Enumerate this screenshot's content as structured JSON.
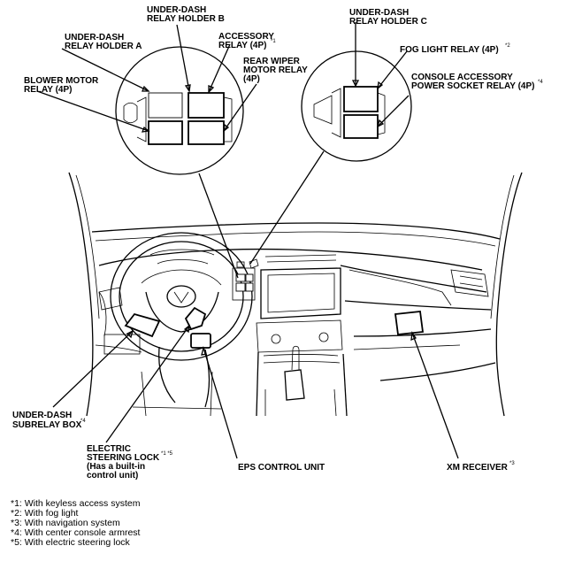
{
  "labels": {
    "holder_a": [
      "UNDER-DASH",
      "RELAY HOLDER A"
    ],
    "holder_b": [
      "UNDER-DASH",
      "RELAY HOLDER B"
    ],
    "accessory": [
      "ACCESSORY",
      "RELAY (4P)"
    ],
    "accessory_sup": "*1",
    "rear_wiper": [
      "REAR WIPER",
      "MOTOR RELAY",
      "(4P)"
    ],
    "blower": [
      "BLOWER MOTOR",
      "RELAY (4P)"
    ],
    "holder_c": [
      "UNDER-DASH",
      "RELAY HOLDER C"
    ],
    "fog": "FOG LIGHT RELAY (4P)",
    "fog_sup": "*2",
    "console": [
      "CONSOLE ACCESSORY",
      "POWER SOCKET RELAY (4P)"
    ],
    "console_sup": "*4",
    "subrelay": [
      "UNDER-DASH",
      "SUBRELAY BOX"
    ],
    "subrelay_sup": "*4",
    "steering_lock": [
      "ELECTRIC",
      "STEERING LOCK",
      "(Has a built-in",
      "control unit)"
    ],
    "steering_lock_sup": "*1 *5",
    "eps": "EPS CONTROL UNIT",
    "xm": "XM RECEIVER",
    "xm_sup": "*3"
  },
  "footnotes": [
    "*1: With keyless access system",
    "*2: With fog light",
    "*3: With navigation system",
    "*4: With center console armrest",
    "*5: With electric steering lock"
  ]
}
